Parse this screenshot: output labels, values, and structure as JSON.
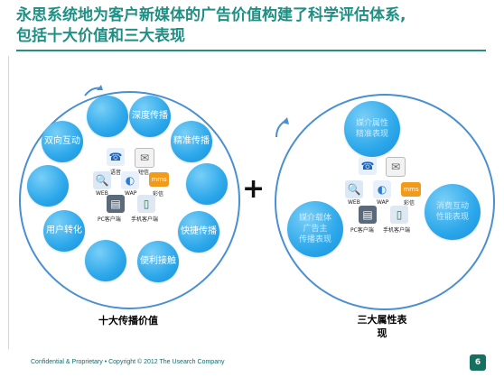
{
  "slide": {
    "title_line1": "永思系统地为客户新媒体的广告价值构建了科学评估体系,",
    "title_line2": "包括十大价值和三大表现",
    "footer": "Confidential & Proprietary • Copyright © 2012 The Usearch Company",
    "page_number": "6",
    "plus": "+"
  },
  "left_group": {
    "caption": "十大传播价值",
    "dots": [
      "",
      "深度传播",
      "精准传播",
      "双向互动",
      "",
      "",
      "用户转化",
      "快捷传播",
      "",
      "便利接触"
    ]
  },
  "right_group": {
    "caption_line1": "三大属性表",
    "caption_line2": "现",
    "dots": [
      "媒介属性\n精准表现",
      "消费互动\n性能表现",
      "媒介载体\n广告主\n传播表现"
    ]
  },
  "devices": {
    "voice": "语音",
    "sms": "短信",
    "web": "WEB",
    "wap": "WAP",
    "mms": "彩信",
    "pc": "PC客户端",
    "mobile": "手机客户端",
    "mms_badge": "mms"
  },
  "colors": {
    "accent": "#1f8f83",
    "ring": "#4a8fd2",
    "dot": "#2ba7ea"
  }
}
